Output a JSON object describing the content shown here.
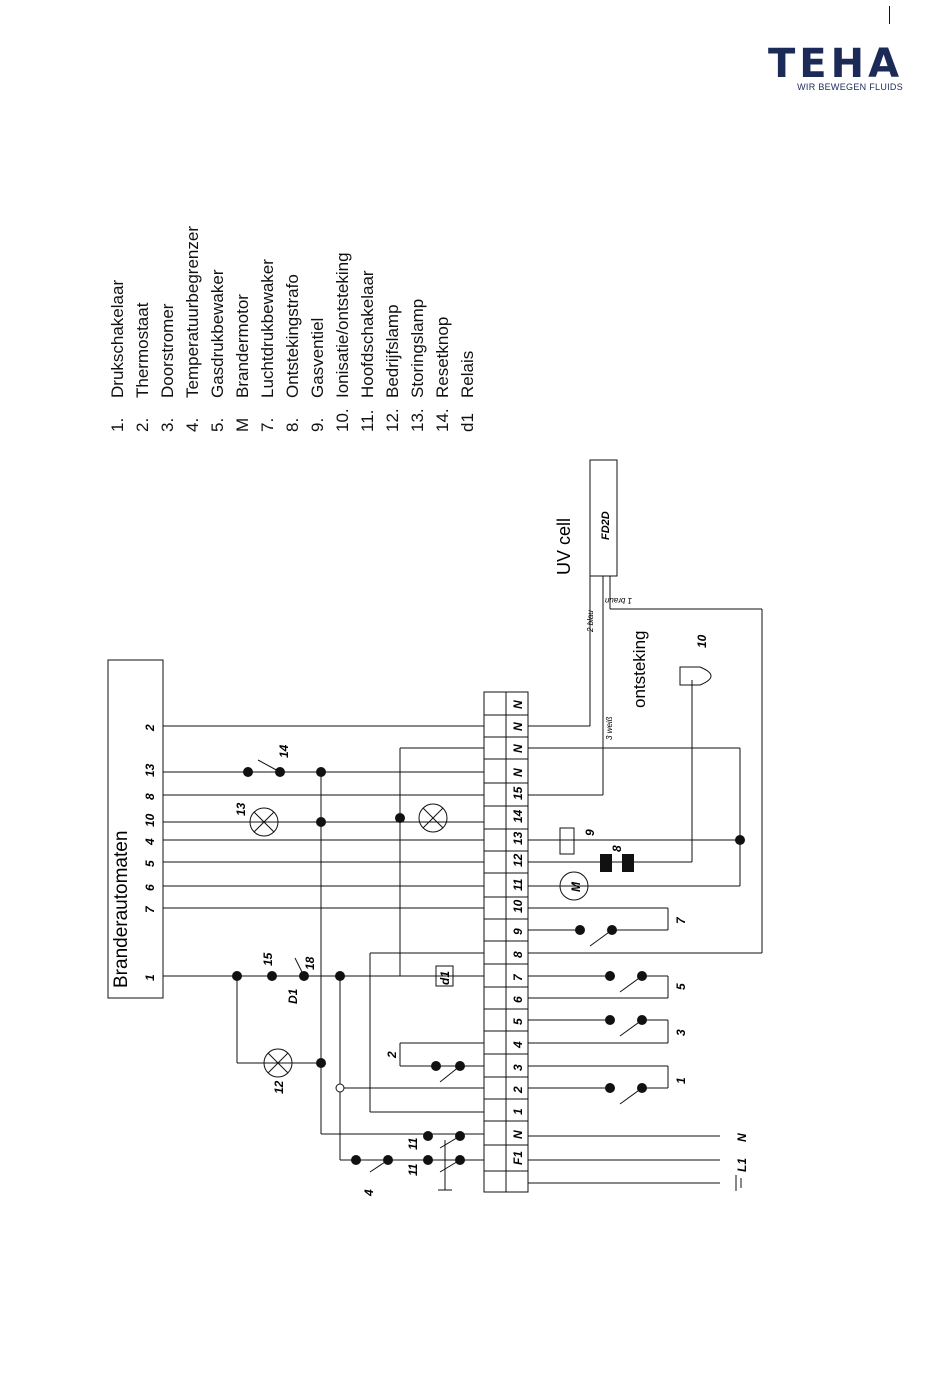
{
  "logo": {
    "word": "TEHA",
    "tagline": "WIR BEWEGEN FLUIDS"
  },
  "legend": [
    {
      "num": "1.",
      "label": "Drukschakelaar"
    },
    {
      "num": "2.",
      "label": "Thermostaat"
    },
    {
      "num": "3.",
      "label": "Doorstromer"
    },
    {
      "num": "4.",
      "label": "Temperatuurbegrenzer"
    },
    {
      "num": "5.",
      "label": "Gasdrukbewaker"
    },
    {
      "num": "M",
      "label": "Brandermotor"
    },
    {
      "num": "7.",
      "label": "Luchtdrukbewaker"
    },
    {
      "num": "8.",
      "label": "Ontstekingstrafo"
    },
    {
      "num": "9.",
      "label": "Gasventiel"
    },
    {
      "num": "10.",
      "label": "Ionisatie/ontsteking"
    },
    {
      "num": "11.",
      "label": "Hoofdschakelaar"
    },
    {
      "num": "12.",
      "label": "Bedrijfslamp"
    },
    {
      "num": "13.",
      "label": "Storingslamp"
    },
    {
      "num": "14.",
      "label": "Resetknop"
    },
    {
      "num": "d1",
      "label": "Relais"
    }
  ],
  "diagram": {
    "automat_title": "Branderautomaten",
    "automat_pins": [
      "1",
      "7",
      "6",
      "5",
      "4",
      "10",
      "8",
      "13",
      "2"
    ],
    "terminals": [
      "F1",
      "N",
      "1",
      "2",
      "3",
      "4",
      "5",
      "6",
      "7",
      "8",
      "9",
      "10",
      "11",
      "12",
      "13",
      "14",
      "15",
      "N",
      "N",
      "N",
      "N"
    ],
    "uv_cell": "UV cell",
    "fd2d": "FD2D",
    "ontsteking": "ontsteking",
    "wire_blue": "2 blau",
    "wire_brown": "1 braun",
    "wire_white": "3 weiß",
    "mains": [
      "N",
      "L1"
    ],
    "motor": "M",
    "relay": "d1",
    "relay_contact": "D1",
    "comp_labels": {
      "c1": "1",
      "c2": "2",
      "c3": "3",
      "c4": "4",
      "c5": "5",
      "c7": "7",
      "c8": "8",
      "c9": "9",
      "c10": "10",
      "c11a": "11",
      "c11b": "11",
      "c12": "12",
      "c13": "13",
      "c14": "14",
      "c15": "15",
      "c18": "18"
    }
  }
}
